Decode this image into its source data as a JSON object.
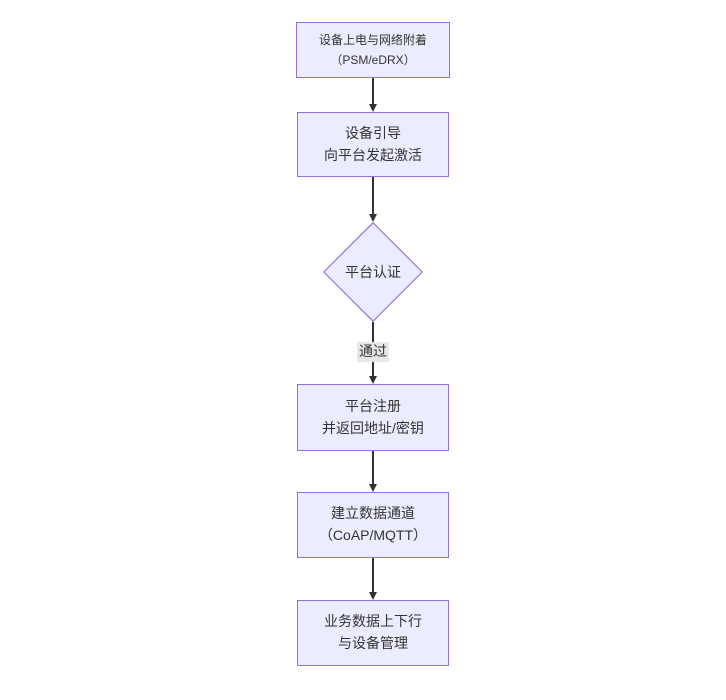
{
  "diagram": {
    "type": "flowchart-vertical",
    "colors": {
      "background": "#ffffff",
      "node_fill": "#ECECFF",
      "node_border": "#9370DB",
      "line_color": "#333333",
      "text_color": "#333333",
      "edge_label_bg": "#e8e8e8"
    },
    "nodes": [
      {
        "id": "power-attach",
        "type": "rect",
        "lines": [
          "设备上电与网络附着",
          "（PSM/eDRX）"
        ]
      },
      {
        "id": "bootstrap",
        "type": "rect",
        "lines": [
          "设备引导",
          "向平台发起激活"
        ]
      },
      {
        "id": "auth",
        "type": "diamond",
        "lines": [
          "平台认证"
        ]
      },
      {
        "id": "register",
        "type": "rect",
        "lines": [
          "平台注册",
          "并返回地址/密钥"
        ]
      },
      {
        "id": "channel",
        "type": "rect",
        "lines": [
          "建立数据通道",
          "（CoAP/MQTT）"
        ]
      },
      {
        "id": "business",
        "type": "rect",
        "lines": [
          "业务数据上下行",
          "与设备管理"
        ]
      }
    ],
    "edges": [
      {
        "from": "power-attach",
        "to": "bootstrap",
        "label": ""
      },
      {
        "from": "bootstrap",
        "to": "auth",
        "label": ""
      },
      {
        "from": "auth",
        "to": "register",
        "label": "通过"
      },
      {
        "from": "register",
        "to": "channel",
        "label": ""
      },
      {
        "from": "channel",
        "to": "business",
        "label": ""
      }
    ]
  }
}
